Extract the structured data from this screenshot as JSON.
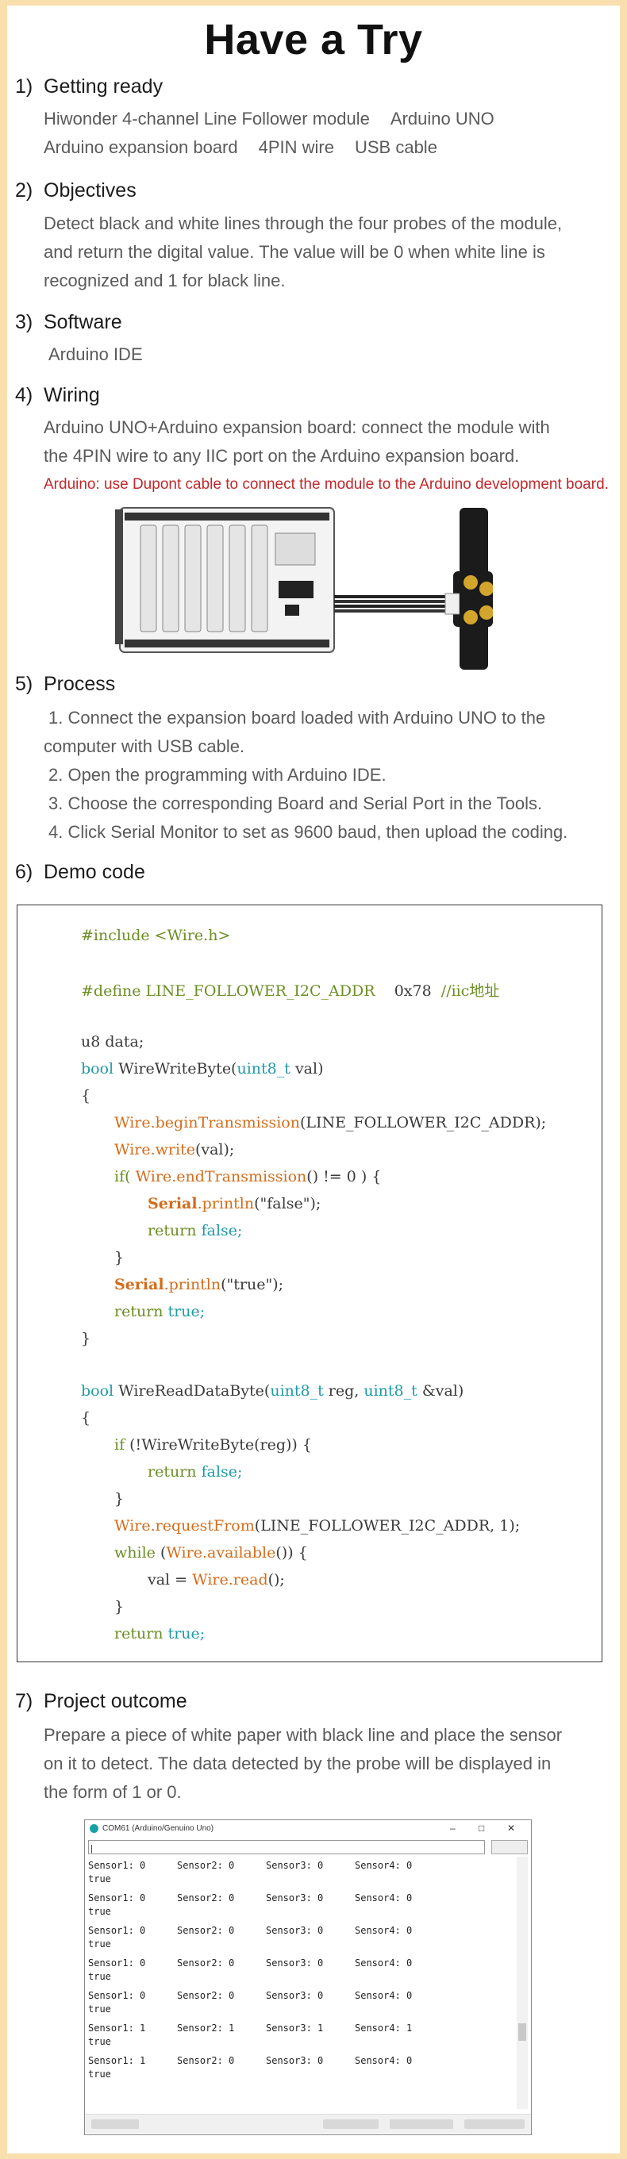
{
  "title": "Have a Try",
  "sections": [
    {
      "num": "1)",
      "heading": "Getting ready"
    },
    {
      "num": "2)",
      "heading": "Objectives"
    },
    {
      "num": "3)",
      "heading": "Software"
    },
    {
      "num": "4)",
      "heading": "Wiring"
    },
    {
      "num": "5)",
      "heading": "Process"
    },
    {
      "num": "6)",
      "heading": "Demo code"
    },
    {
      "num": "7)",
      "heading": "Project outcome"
    }
  ],
  "getting_ready": {
    "line1": [
      "Hiwonder 4-channel Line Follower module",
      "Arduino UNO"
    ],
    "line2": [
      "Arduino expansion board",
      "4PIN wire",
      "USB cable"
    ]
  },
  "objectives": [
    "Detect black and white lines through the four probes of the module,",
    "and return the digital value. The value will be 0 when white line is",
    "recognized and 1 for black line."
  ],
  "software": "Arduino IDE",
  "wiring": {
    "lines": [
      "Arduino UNO+Arduino expansion board: connect the module with",
      "the 4PIN wire to any IIC port on the Arduino expansion board."
    ],
    "note": "Arduino: use Dupont cable to connect the module to the Arduino development board."
  },
  "process": [
    "1. Connect the expansion board loaded with Arduino UNO to the",
    "computer with USB cable.",
    "2. Open the programming with Arduino IDE.",
    "3. Choose the corresponding Board and Serial Port in the Tools.",
    "4. Click Serial Monitor to set as 9600 baud, then upload the coding."
  ],
  "code": {
    "l1": "#include <Wire.h>",
    "l2a": "#define LINE_FOLLOWER_I2C_ADDR",
    "l2b": "0x78",
    "l2c": "//iic地址",
    "l3": "u8 data;",
    "l4a": "bool",
    "l4b": "WireWriteByte(",
    "l4c": "uint8_t",
    "l4d": " val)",
    "brace_open": "{",
    "brace_close": "}",
    "l5a": "Wire",
    "l5b": ".beginTransmission",
    "l5c": "(LINE_FOLLOWER_I2C_ADDR);",
    "l6a": "Wire",
    "l6b": ".write",
    "l6c": "(val);",
    "l7a": "if(",
    "l7b": "Wire",
    "l7c": ".endTransmission",
    "l7d": "() != 0 ) {",
    "l8a": "Serial",
    "l8b": ".println",
    "l8c": "(\"false\");",
    "ret": "return",
    "false": "false;",
    "true": "true;",
    "l9a": "Serial",
    "l9b": ".println",
    "l9c": "(\"true\");",
    "l10a": "bool",
    "l10b": "WireReadDataByte(",
    "l10c": "uint8_t",
    "l10d": " reg, ",
    "l10e": "uint8_t",
    "l10f": " &val)",
    "l11a": "if",
    "l11b": " (!WireWriteByte(reg)) {",
    "l12a": "Wire",
    "l12b": ".requestFrom",
    "l12c": "(LINE_FOLLOWER_I2C_ADDR, 1);",
    "l13a": "while",
    "l13b": " (",
    "l13c": "Wire",
    "l13d": ".available",
    "l13e": "()) {",
    "l14a": "val = ",
    "l14b": "Wire",
    "l14c": ".read",
    "l14d": "();"
  },
  "outcome": [
    "Prepare a piece of white paper with black line and place the sensor",
    "on it to detect. The data detected by the probe will be displayed in",
    "the form of 1 or 0."
  ],
  "monitor": {
    "title": "COM61 (Arduino/Genuino Uno)",
    "input_value": "|",
    "ctrl_min": "–",
    "ctrl_max": "□",
    "ctrl_close": "✕",
    "rows": [
      {
        "s1": "Sensor1: 0",
        "s2": "Sensor2: 0",
        "s3": "Sensor3: 0",
        "s4": "Sensor4: 0",
        "t": "true"
      },
      {
        "s1": "Sensor1: 0",
        "s2": "Sensor2: 0",
        "s3": "Sensor3: 0",
        "s4": "Sensor4: 0",
        "t": "true"
      },
      {
        "s1": "Sensor1: 0",
        "s2": "Sensor2: 0",
        "s3": "Sensor3: 0",
        "s4": "Sensor4: 0",
        "t": "true"
      },
      {
        "s1": "Sensor1: 0",
        "s2": "Sensor2: 0",
        "s3": "Sensor3: 0",
        "s4": "Sensor4: 0",
        "t": "true"
      },
      {
        "s1": "Sensor1: 0",
        "s2": "Sensor2: 0",
        "s3": "Sensor3: 0",
        "s4": "Sensor4: 0",
        "t": "true"
      },
      {
        "s1": "Sensor1: 1",
        "s2": "Sensor2: 1",
        "s3": "Sensor3: 1",
        "s4": "Sensor4: 1",
        "t": "true"
      },
      {
        "s1": "Sensor1: 1",
        "s2": "Sensor2: 0",
        "s3": "Sensor3: 0",
        "s4": "Sensor4: 0",
        "t": "true"
      }
    ]
  }
}
